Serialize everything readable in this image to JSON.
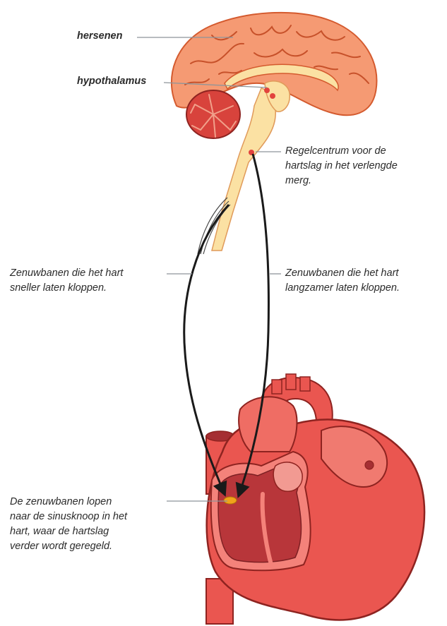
{
  "labels": {
    "hersenen": "hersenen",
    "hypothalamus": "hypothalamus",
    "regelcentrum": [
      "Regelcentrum voor de",
      "hartslag in het verlengde",
      "merg."
    ],
    "sneller": [
      "Zenuwbanen die het hart",
      "sneller laten kloppen."
    ],
    "langzamer": [
      "Zenuwbanen die het hart",
      "langzamer laten kloppen."
    ],
    "sinusknoop": [
      "De zenuwbanen lopen",
      "naar de sinusknoop in het",
      "hart, waar de hartslag",
      "verder wordt geregeld."
    ]
  },
  "colors": {
    "brain": "#f59a73",
    "brain_outline": "#d45a2e",
    "cerebellum": "#d8433c",
    "brainstem": "#fbe1a3",
    "heart": "#ea5650",
    "heart_dark": "#a52f33",
    "heart_light": "#f4827a",
    "nerve": "#1a1a1a",
    "pointer_line": "#8e959a",
    "sinus_node": "#f0a21b"
  }
}
